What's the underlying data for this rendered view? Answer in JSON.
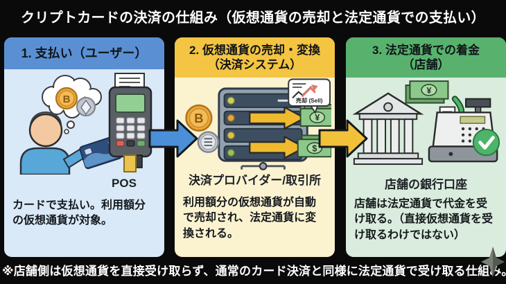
{
  "title": "クリプトカードの決済の仕組み（仮想通貨の売却と法定通貨での支払い）",
  "footer_note": "※店舗側は仮想通貨を直接受け取らず、通常のカード決済と同様に法定通貨で受け取る仕組み。",
  "colors": {
    "background": "#0a0a0a",
    "title_text": "#ffffff",
    "panel1_header": "#5a90d3",
    "panel1_body": "#d9e9f7",
    "panel2_header": "#f4c542",
    "panel2_body": "#fbf2d0",
    "panel3_header": "#58b26e",
    "panel3_body": "#daecdd",
    "arrow_blue": "#4b8fd8",
    "arrow_yellow": "#f2c13a",
    "bitcoin_orange": "#eda63f",
    "ethereum_gray": "#c2c7cf",
    "banknote_green": "#8bc98b",
    "check_green": "#4db46a"
  },
  "panels": [
    {
      "header_line1": "1. 支払い（ユーザー）",
      "header_line2": "",
      "caption": "POS",
      "description": "カードで支払い。利用額分の仮想通貨が対象。",
      "icons": [
        "thought-cloud",
        "bitcoin-coin",
        "ethereum-coin",
        "person",
        "credit-card",
        "pos-terminal"
      ]
    },
    {
      "header_line1": "2. 仮想通貨の売却・変換",
      "header_line2": "（決済システム）",
      "caption": "決済プロバイダー/取引所",
      "description": "利用額分の仮想通貨が自動で売却され、法定通貨に変換される。",
      "sell_badge": "売却 (Sell)",
      "icons": [
        "bitcoin-coin",
        "ethereum-coin",
        "server-rack",
        "sell-chart-bubble",
        "yen-banknote",
        "dollar-banknote",
        "network-node"
      ]
    },
    {
      "header_line1": "3. 法定通貨での着金",
      "header_line2": "（店舗）",
      "caption": "店舗の銀行口座",
      "description": "店舗は法定通貨で代金を受け取る。（直接仮想通貨を受け取るわけではない）",
      "icons": [
        "yen-banknotes",
        "receive-arrow",
        "bank-building",
        "cash-register",
        "check-badge"
      ]
    }
  ],
  "currency_symbols": {
    "yen": "¥",
    "dollar": "$"
  },
  "glyphs": {
    "bitcoin": "B"
  }
}
